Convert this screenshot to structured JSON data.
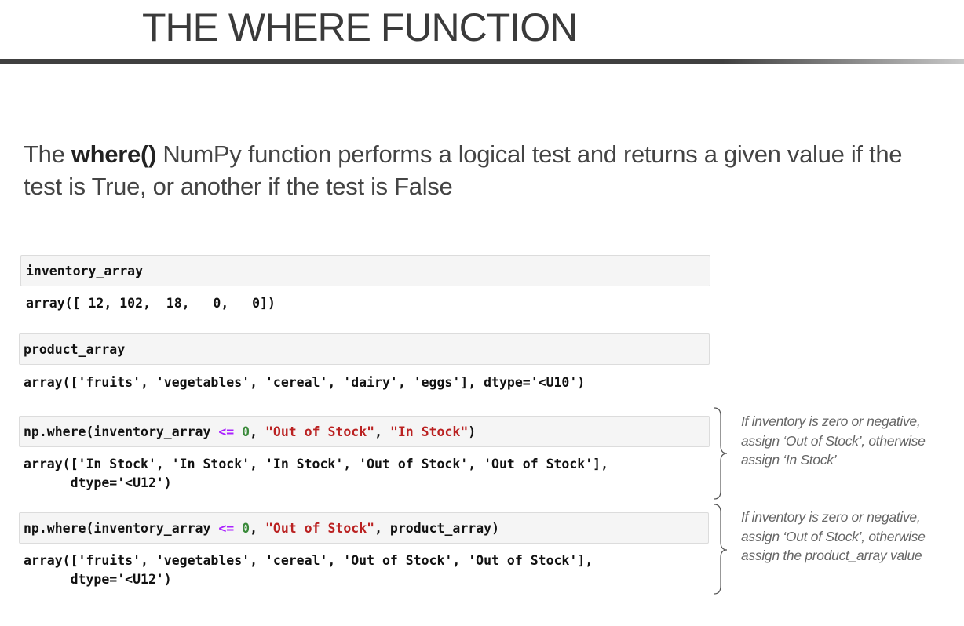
{
  "title": "THE WHERE FUNCTION",
  "intro": {
    "prefix": "The ",
    "bold": "where()",
    "suffix": " NumPy function performs a logical test and returns a given value if the test is True, or another if the test is False"
  },
  "cells": [
    {
      "input": "inventory_array",
      "output": "array([ 12, 102,  18,   0,   0])"
    },
    {
      "input": "product_array",
      "output": "array(['fruits', 'vegetables', 'cereal', 'dairy', 'eggs'], dtype='<U10')"
    },
    {
      "input_parts": [
        "np.where(inventory_array ",
        "<=",
        " ",
        "0",
        ", ",
        "\"Out of Stock\"",
        ", ",
        "\"In Stock\"",
        ")"
      ],
      "output": "array(['In Stock', 'In Stock', 'In Stock', 'Out of Stock', 'Out of Stock'],\n      dtype='<U12')"
    },
    {
      "input_parts": [
        "np.where(inventory_array ",
        "<=",
        " ",
        "0",
        ", ",
        "\"Out of Stock\"",
        ", product_array)"
      ],
      "output": "array(['fruits', 'vegetables', 'cereal', 'Out of Stock', 'Out of Stock'],\n      dtype='<U12')"
    }
  ],
  "notes": [
    "If inventory is zero or negative, assign ‘Out of Stock’, otherwise assign ‘In Stock’",
    "If inventory is zero or negative, assign ‘Out of Stock’, otherwise assign the product_array value"
  ]
}
